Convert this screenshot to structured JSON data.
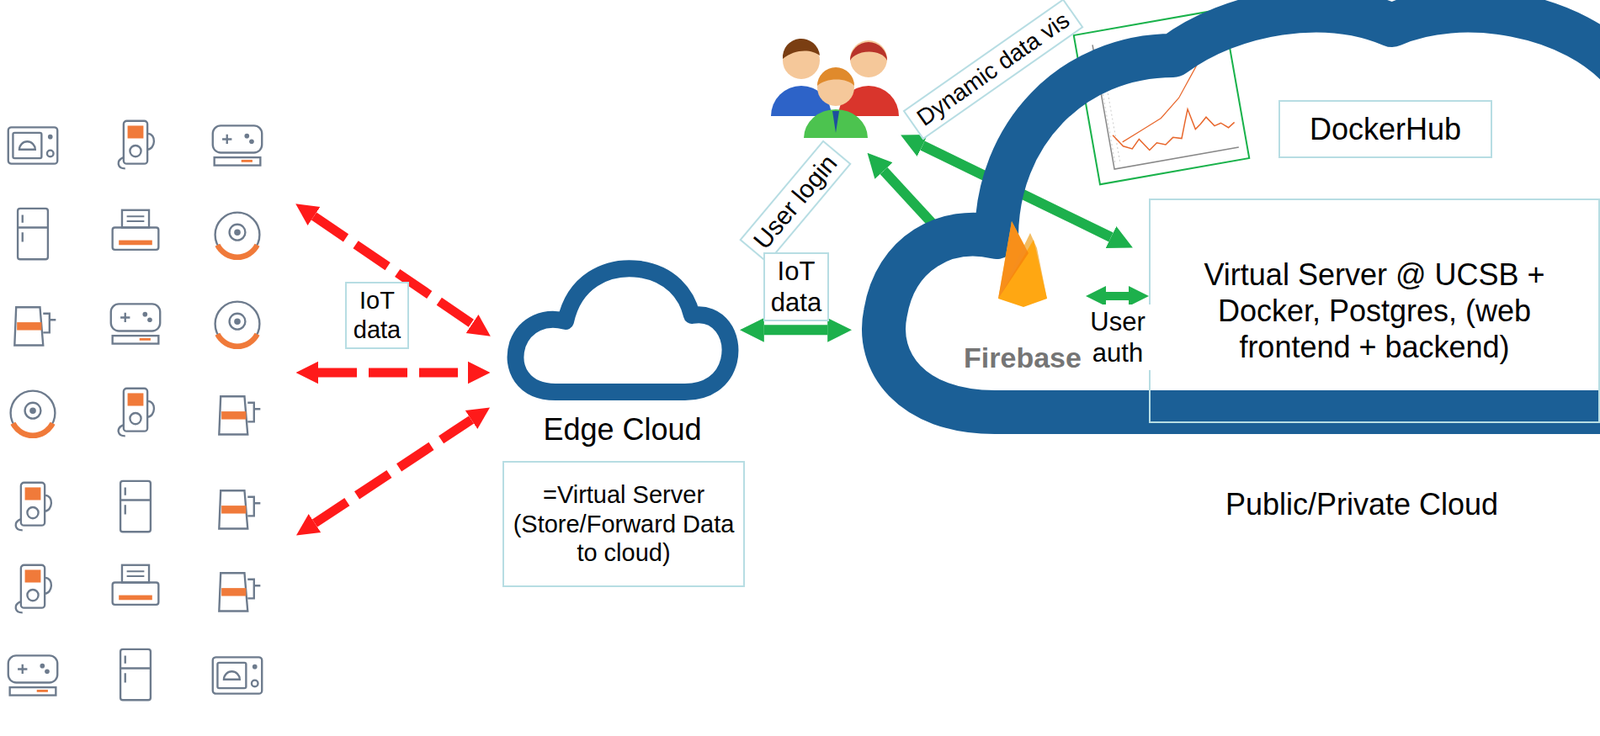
{
  "diagram": {
    "nodes": [
      {
        "text": [
          "Public/Private Cloud"
        ]
      },
      {
        "text": [
          "Edge Cloud"
        ]
      },
      {
        "text": [
          "=Virtual Server (Store/Forward Data to cloud)"
        ]
      },
      {
        "text": [
          "Firebase"
        ],
        "in": 0
      },
      {
        "text": [
          "DockerHub"
        ],
        "in": 0
      },
      {
        "text": [
          "Virtual Server @ UCSB + Docker, Postgres, (web frontend + backend)"
        ],
        "in": 0
      }
    ],
    "edges": [
      {
        "from": 1,
        "to": 0,
        "label": "IoT data",
        "arrow": "both"
      },
      {
        "from": 3,
        "to": 5,
        "label": "User auth",
        "arrow": "both"
      }
    ],
    "labels": [
      "IoT data",
      "User login",
      "Dynamic data vis"
    ]
  }
}
